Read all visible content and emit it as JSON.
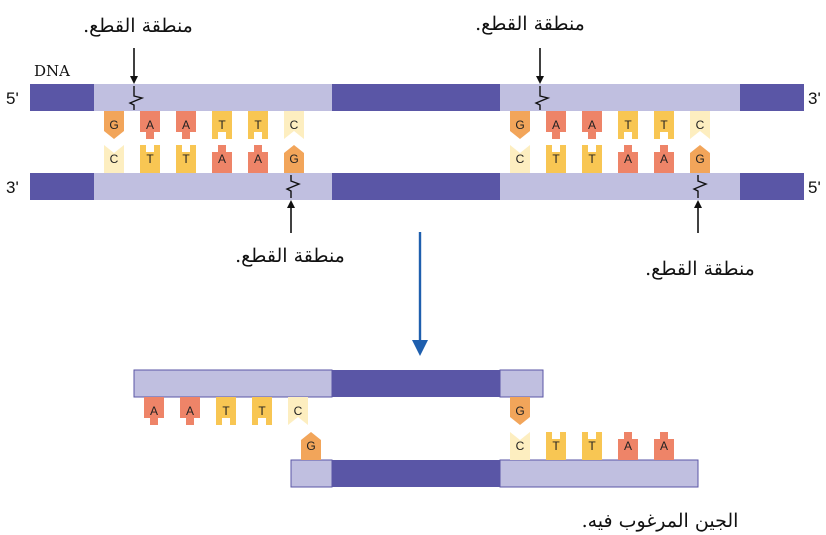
{
  "labels": {
    "molecule": "DNA",
    "cut_site": "منطقة القطع.",
    "desired_gene": "الجين المرغوب فيه.",
    "prime5": "5'",
    "prime3": "3'"
  },
  "colors": {
    "strand_dark": "#5a56a6",
    "strand_light": "#c0bfe0",
    "base_G": "#f2a55a",
    "base_A": "#ee8468",
    "base_T": "#f8c653",
    "base_C": "#fdeec0",
    "arrow_blue": "#1f5fae"
  },
  "sequence": {
    "top": [
      "G",
      "A",
      "A",
      "T",
      "T",
      "C"
    ],
    "bottom": [
      "C",
      "T",
      "T",
      "A",
      "A",
      "G"
    ]
  },
  "product": {
    "left_overhang": [
      "A",
      "A",
      "T",
      "T",
      "C"
    ],
    "left_paired": [
      "G"
    ],
    "right_paired": [
      "G"
    ],
    "right_overhang": [
      "C",
      "T",
      "T",
      "A",
      "A"
    ]
  }
}
